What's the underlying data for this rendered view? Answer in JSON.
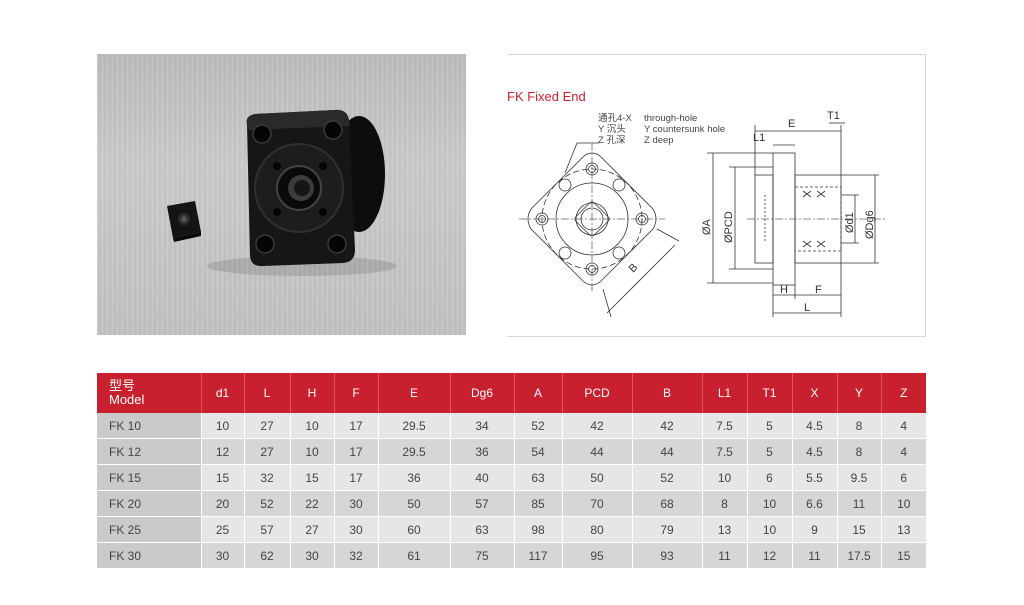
{
  "drawing": {
    "title": "FK Fixed End",
    "legend_cn": [
      "通孔4-X",
      "Y 沉头",
      "Z 孔深"
    ],
    "legend_en": [
      "through-hole",
      "Y countersunk hole",
      "Z deep"
    ],
    "dims": {
      "E": "E",
      "T1": "T1",
      "L1": "L1",
      "A": "ØA",
      "PCD": "ØPCD",
      "d1": "Ød1",
      "Dg6": "ØDg6",
      "H": "H",
      "F": "F",
      "L": "L",
      "B": "B"
    }
  },
  "table": {
    "model_header_cn": "型号",
    "model_header_en": "Model",
    "columns": [
      "d1",
      "L",
      "H",
      "F",
      "E",
      "Dg6",
      "A",
      "PCD",
      "B",
      "L1",
      "T1",
      "X",
      "Y",
      "Z"
    ],
    "rows": [
      [
        "FK 10",
        "10",
        "27",
        "10",
        "17",
        "29.5",
        "34",
        "52",
        "42",
        "42",
        "7.5",
        "5",
        "4.5",
        "8",
        "4"
      ],
      [
        "FK 12",
        "12",
        "27",
        "10",
        "17",
        "29.5",
        "36",
        "54",
        "44",
        "44",
        "7.5",
        "5",
        "4.5",
        "8",
        "4"
      ],
      [
        "FK 15",
        "15",
        "32",
        "15",
        "17",
        "36",
        "40",
        "63",
        "50",
        "52",
        "10",
        "6",
        "5.5",
        "9.5",
        "6"
      ],
      [
        "FK 20",
        "20",
        "52",
        "22",
        "30",
        "50",
        "57",
        "85",
        "70",
        "68",
        "8",
        "10",
        "6.6",
        "11",
        "10"
      ],
      [
        "FK 25",
        "25",
        "57",
        "27",
        "30",
        "60",
        "63",
        "98",
        "80",
        "79",
        "13",
        "10",
        "9",
        "15",
        "13"
      ],
      [
        "FK 30",
        "30",
        "62",
        "30",
        "32",
        "61",
        "75",
        "117",
        "95",
        "93",
        "11",
        "12",
        "11",
        "17.5",
        "15"
      ]
    ]
  },
  "colors": {
    "header_red": "#c8202f",
    "title_red": "#d0202e"
  }
}
